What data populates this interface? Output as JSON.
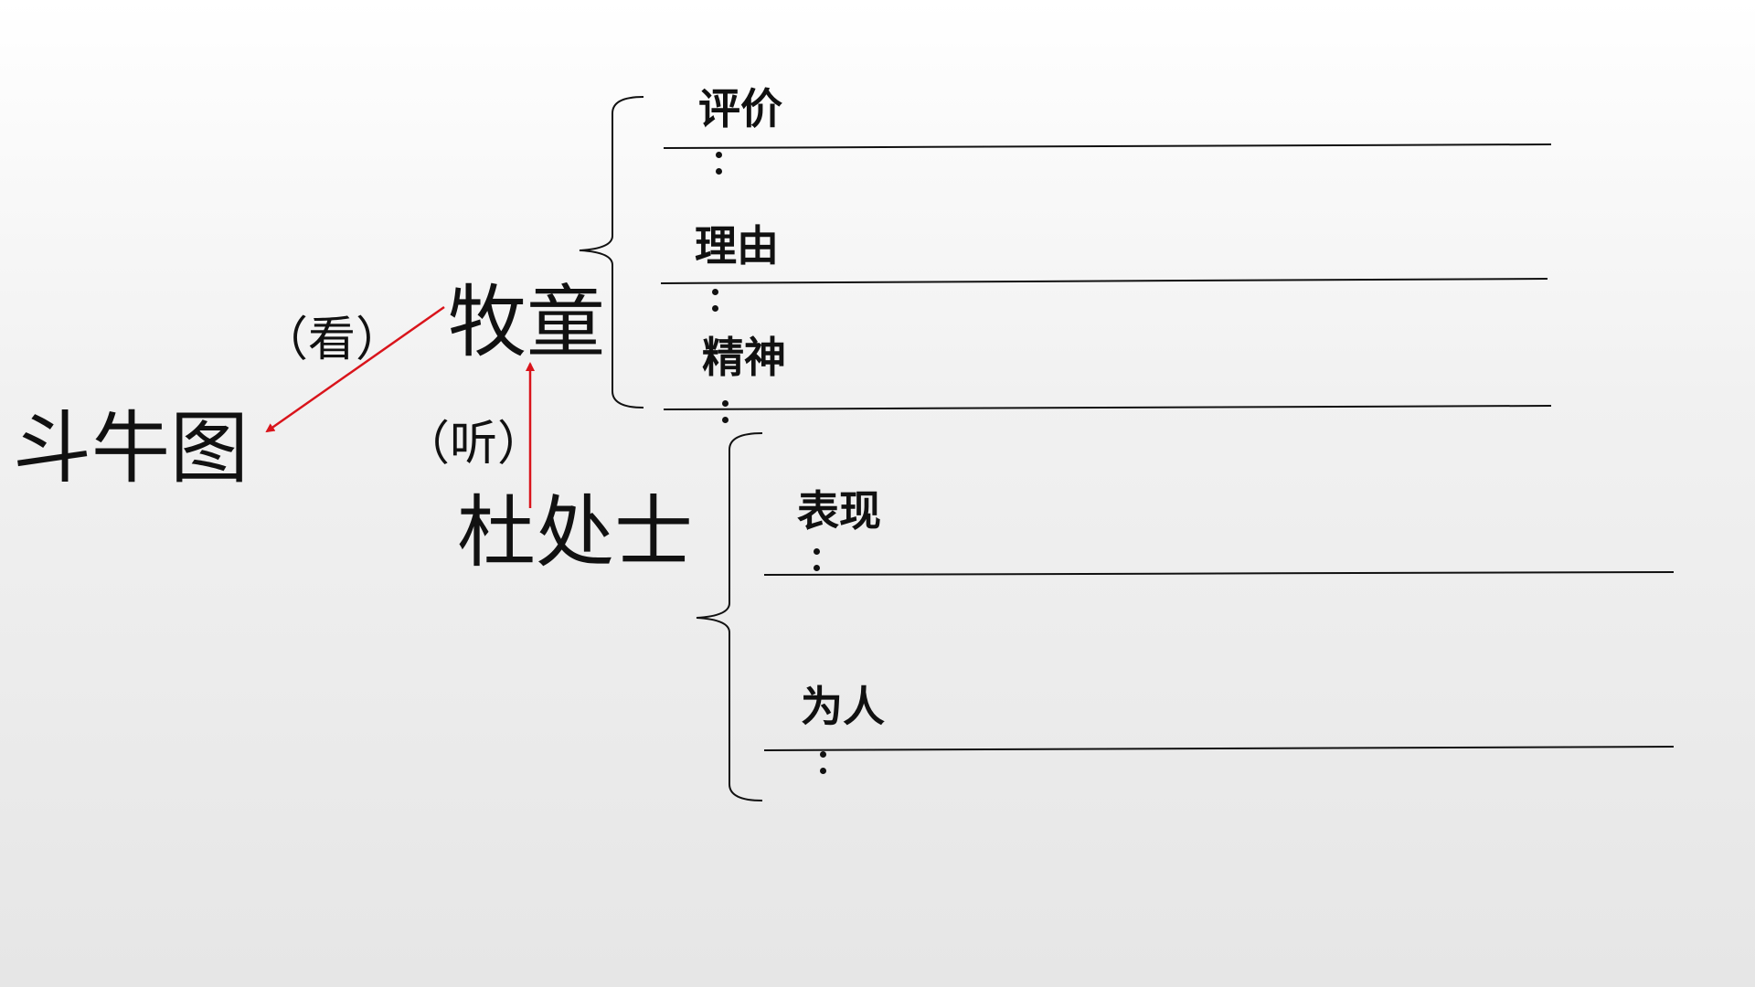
{
  "nodes": {
    "painting": "斗牛图",
    "herdboy": "牧童",
    "du": "杜处士"
  },
  "relations": {
    "look": "（看）",
    "listen": "（听）"
  },
  "herdboy_fields": [
    {
      "label": "评价"
    },
    {
      "label": "理由"
    },
    {
      "label": "精神"
    }
  ],
  "du_fields": [
    {
      "label": "表现"
    },
    {
      "label": "为人"
    }
  ],
  "colors": {
    "arrow": "#d9141b",
    "line": "#111111"
  }
}
